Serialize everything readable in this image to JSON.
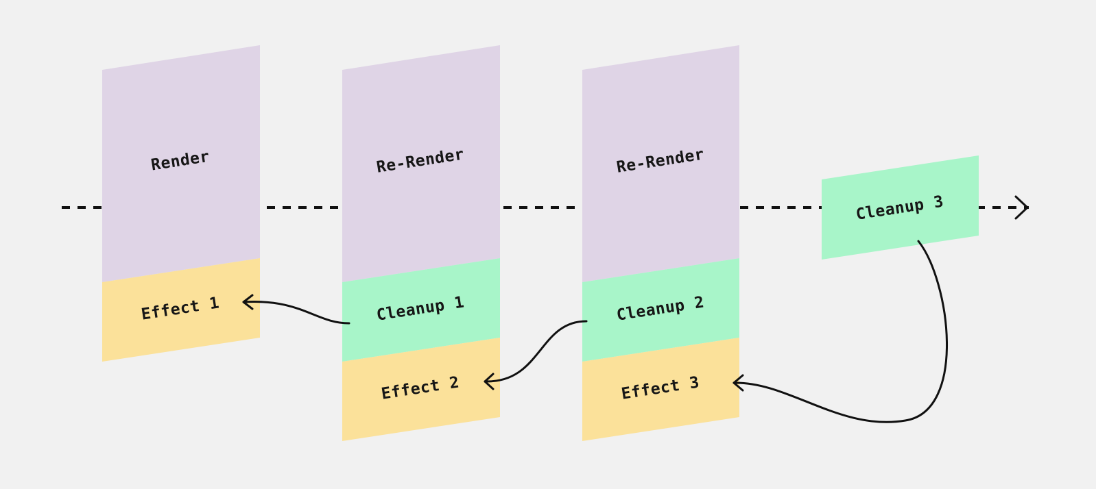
{
  "colors": {
    "background": "#f1f1f1",
    "render": "#dfd4e6",
    "cleanup": "#a8f5c9",
    "effect": "#fbe19a",
    "ink": "#111111"
  },
  "timeline": {
    "direction": "left-to-right",
    "style": "dashed"
  },
  "columns": [
    {
      "render": "Render",
      "effect": "Effect 1"
    },
    {
      "render": "Re-Render",
      "cleanup": "Cleanup 1",
      "effect": "Effect 2"
    },
    {
      "render": "Re-Render",
      "cleanup": "Cleanup 2",
      "effect": "Effect 3"
    }
  ],
  "final_cleanup": "Cleanup 3",
  "connections": [
    {
      "from": "Cleanup 1",
      "to": "Effect 1"
    },
    {
      "from": "Cleanup 2",
      "to": "Effect 2"
    },
    {
      "from": "Cleanup 3",
      "to": "Effect 3"
    }
  ]
}
